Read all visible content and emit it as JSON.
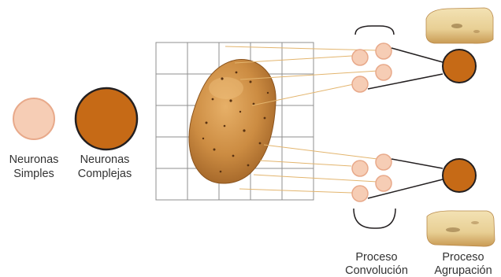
{
  "legend": {
    "simple": {
      "line1": "Neuronas",
      "line2": "Simples"
    },
    "complex": {
      "line1": "Neuronas",
      "line2": "Complejas"
    }
  },
  "stages": {
    "convolution": {
      "line1": "Proceso",
      "line2": "Convolución"
    },
    "pooling": {
      "line1": "Proceso",
      "line2": "Agrupación"
    }
  },
  "colors": {
    "simple_fill": "#f6cdb5",
    "simple_stroke": "#e8a98a",
    "complex_fill": "#c66a16",
    "complex_stroke": "#231f20",
    "connection_line": "#e3b56e",
    "grid_line": "#8f8f8f",
    "potato": "#c98a3f",
    "text": "#333333"
  },
  "images": {
    "input": "potato-image",
    "pooled_top": "potato-slice-image",
    "pooled_bottom": "potato-slice-image"
  }
}
